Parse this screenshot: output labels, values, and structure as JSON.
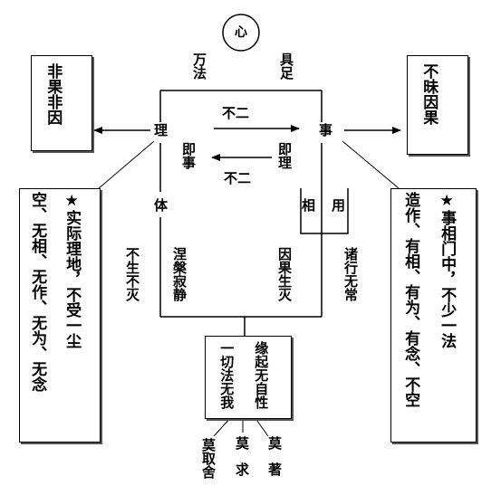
{
  "top": {
    "circle": "心",
    "left_label": "万法",
    "right_label": "具足"
  },
  "left_box": "非果非因",
  "right_box": "不昧因果",
  "center": {
    "li": "理",
    "shi": "事",
    "buer_top": "不二",
    "buer_bottom": "不二",
    "jishi": "即事",
    "jili": "即理",
    "ti": "体",
    "xiang": "相",
    "yong": "用"
  },
  "columns": {
    "busheng": "不生不灭",
    "niepan": "涅槃寂静",
    "yinguo": "因果生灭",
    "zhuxing": "诸行无常"
  },
  "left_panel": {
    "col1": "★实际理地，不受一尘",
    "col2": "空、无相、无作、无为、无念"
  },
  "right_panel": {
    "col1": "★事相门中，不少一法",
    "col2": "造作、有相、有为、有念、不空"
  },
  "bottom_box": {
    "col1": "缘起无自性",
    "col2": "一切法无我"
  },
  "bottom_labels": {
    "moqushe": "莫取舍",
    "moqiu": "莫求",
    "mozhu": "莫著"
  }
}
